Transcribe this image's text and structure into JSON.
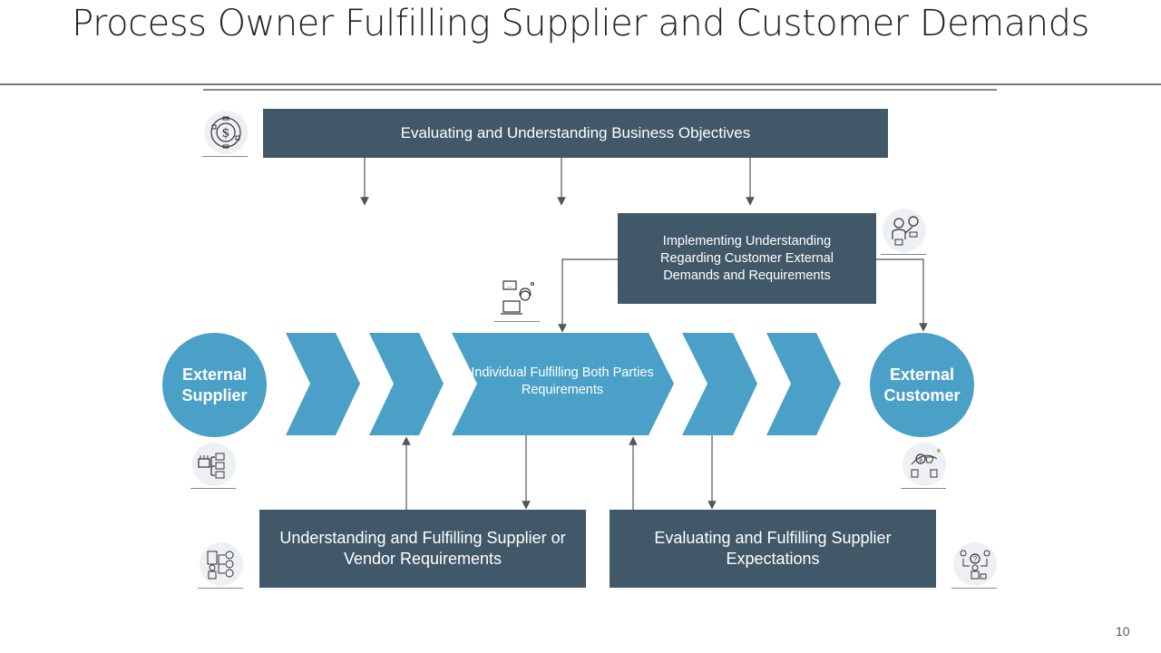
{
  "slide": {
    "title": "Process Owner Fulfilling Supplier and Customer Demands",
    "page_number": "10"
  },
  "boxes": {
    "top": "Evaluating and Understanding Business Objectives",
    "implementing": "Implementing Understanding Regarding Customer External Demands and Requirements",
    "bottom_left": "Understanding and Fulfilling Supplier or Vendor Requirements",
    "bottom_right": "Evaluating and Fulfilling Supplier Expectations"
  },
  "flow": {
    "start": "External Supplier",
    "center": "Individual Fulfilling Both Parties Requirements",
    "end": "External Customer"
  },
  "colors": {
    "dark_box": "#405867",
    "flow_blue": "#4aa0c7",
    "connector": "#555555"
  },
  "icons": {
    "top": "dollar-coin-icon",
    "implementing": "presenter-idea-icon",
    "center": "customer-support-laptop-icon",
    "supplier": "factory-distribution-icon",
    "customer": "buyer-seller-exchange-icon",
    "bottom_left": "vendor-registration-icon",
    "bottom_right": "decision-people-icon"
  }
}
